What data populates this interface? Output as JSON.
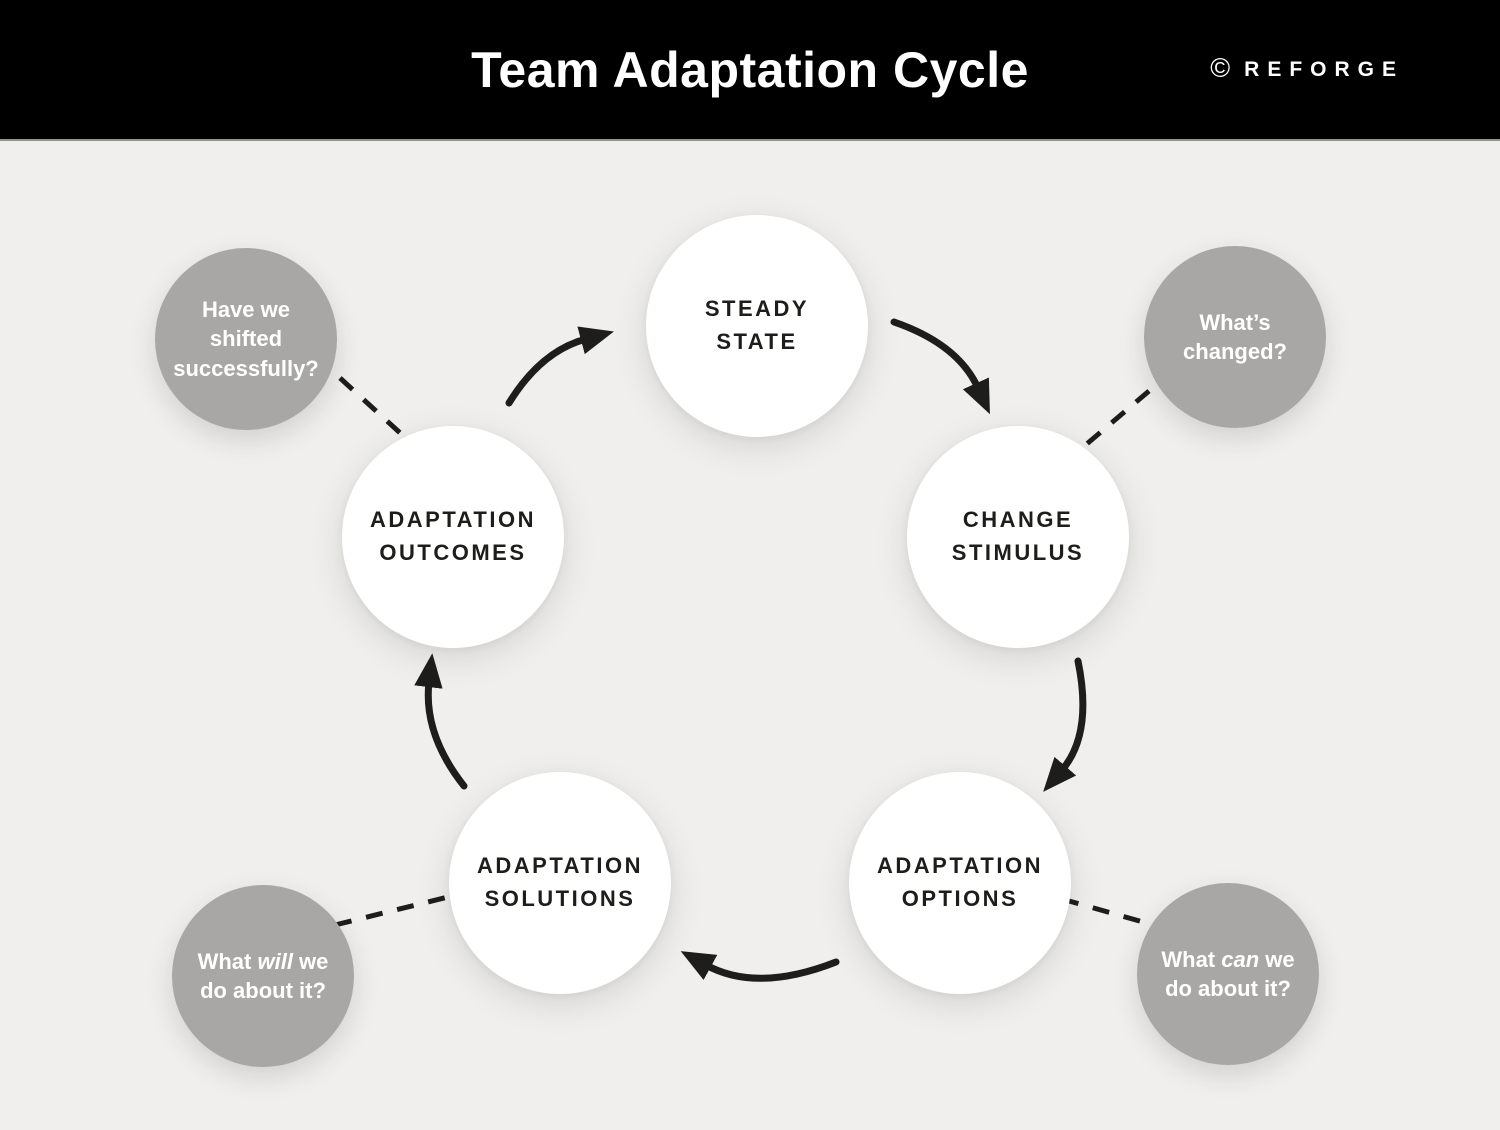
{
  "header": {
    "title": "Team Adaptation Cycle",
    "copyright": "©",
    "brand": "REFORGE"
  },
  "colors": {
    "header_bg": "#000000",
    "canvas_bg": "#f0efed",
    "node_fill": "#ffffff",
    "satellite_fill": "#a8a7a5",
    "text_dark": "#1d1d1b",
    "text_light": "#ffffff",
    "arrow": "#1d1d1b"
  },
  "nodes": [
    {
      "id": "steady-state",
      "line1": "STEADY",
      "line2": "STATE"
    },
    {
      "id": "change-stimulus",
      "line1": "CHANGE",
      "line2": "STIMULUS"
    },
    {
      "id": "adaptation-options",
      "line1": "ADAPTATION",
      "line2": "OPTIONS"
    },
    {
      "id": "adaptation-solutions",
      "line1": "ADAPTATION",
      "line2": "SOLUTIONS"
    },
    {
      "id": "adaptation-outcomes",
      "line1": "ADAPTATION",
      "line2": "OUTCOMES"
    }
  ],
  "satellites": [
    {
      "id": "have-we-shifted",
      "line1": "Have we",
      "line2": "shifted",
      "line3": "successfully?"
    },
    {
      "id": "whats-changed",
      "line1": "What’s",
      "line2": "changed?"
    },
    {
      "id": "what-can-we-do",
      "line1_pre": "What ",
      "line1_italic": "can",
      "line1_post": " we",
      "line2": "do about it?"
    },
    {
      "id": "what-will-we-do",
      "line1_pre": "What ",
      "line1_italic": "will",
      "line1_post": " we",
      "line2": "do about it?"
    }
  ]
}
